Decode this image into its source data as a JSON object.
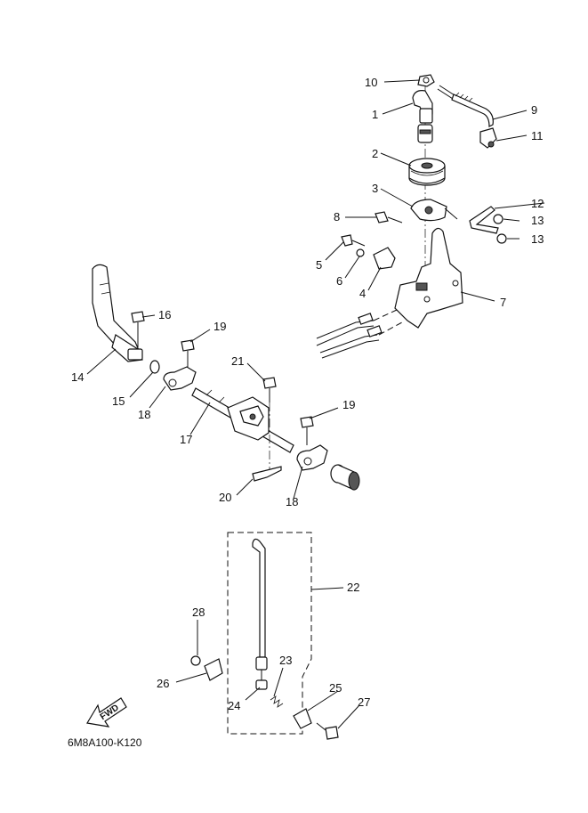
{
  "diagram": {
    "code": "6M8A100-K120",
    "fwd_label": "FWD",
    "callouts": [
      "1",
      "2",
      "3",
      "4",
      "5",
      "6",
      "7",
      "8",
      "9",
      "10",
      "11",
      "12",
      "13",
      "13",
      "14",
      "15",
      "16",
      "17",
      "18",
      "18",
      "19",
      "19",
      "20",
      "21",
      "22",
      "23",
      "24",
      "25",
      "26",
      "27",
      "28"
    ]
  }
}
